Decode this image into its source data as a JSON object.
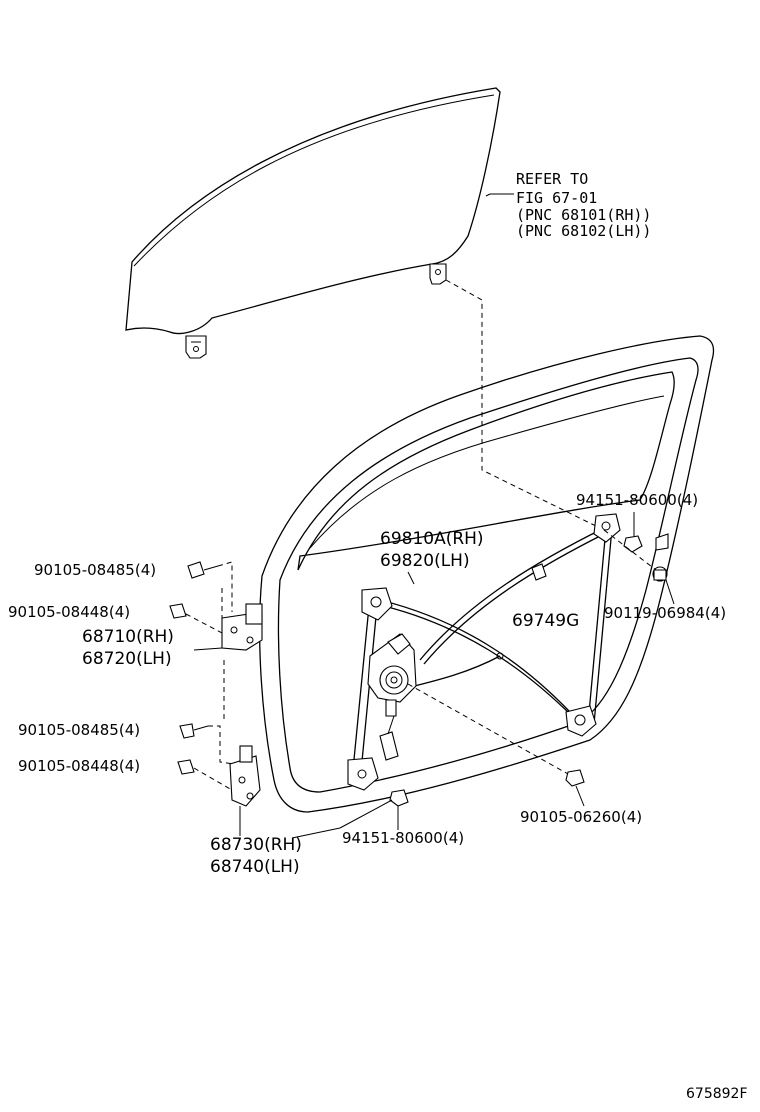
{
  "refer": {
    "line1": "REFER TO",
    "line2": "FIG 67-01",
    "line3": "(PNC 68101(RH))",
    "line4": "(PNC 68102(LH))"
  },
  "labels": {
    "regulator_rh": "69810A(RH)",
    "regulator_lh": "69820(LH)",
    "clip_69749g": "69749G",
    "bolt_90105_08485_a": "90105-08485(4)",
    "bolt_90105_08448_a": "90105-08448(4)",
    "hinge_upper_rh": "68710(RH)",
    "hinge_upper_lh": "68720(LH)",
    "bolt_90105_08485_b": "90105-08485(4)",
    "bolt_90105_08448_b": "90105-08448(4)",
    "hinge_lower_rh": "68730(RH)",
    "hinge_lower_lh": "68740(LH)",
    "nut_94151_80600_a": "94151-80600(4)",
    "bolt_90119_06984": "90119-06984(4)",
    "nut_94151_80600_b": "94151-80600(4)",
    "bolt_90105_06260": "90105-06260(4)"
  },
  "illustration_id": "675892F"
}
